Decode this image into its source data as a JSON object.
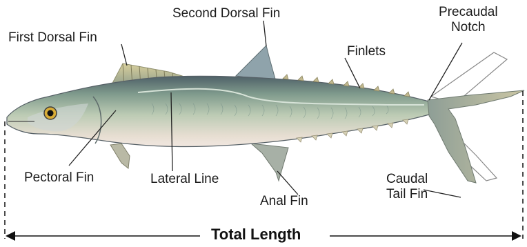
{
  "labels": {
    "second_dorsal_fin": "Second Dorsal Fin",
    "first_dorsal_fin": "First Dorsal Fin",
    "precaudal_notch_line1": "Precaudal",
    "precaudal_notch_line2": "Notch",
    "finlets": "Finlets",
    "pectoral_fin": "Pectoral Fin",
    "lateral_line": "Lateral Line",
    "anal_fin": "Anal Fin",
    "caudal_tail_fin_line1": "Caudal",
    "caudal_tail_fin_line2": "Tail Fin",
    "total_length": "Total Length"
  },
  "colors": {
    "body_back": "#5f6f73",
    "body_side": "#b9c9b4",
    "body_belly": "#e9e2d6",
    "fin": "#c2b98f",
    "tail": "#b8b69a",
    "leader": "#222222"
  }
}
